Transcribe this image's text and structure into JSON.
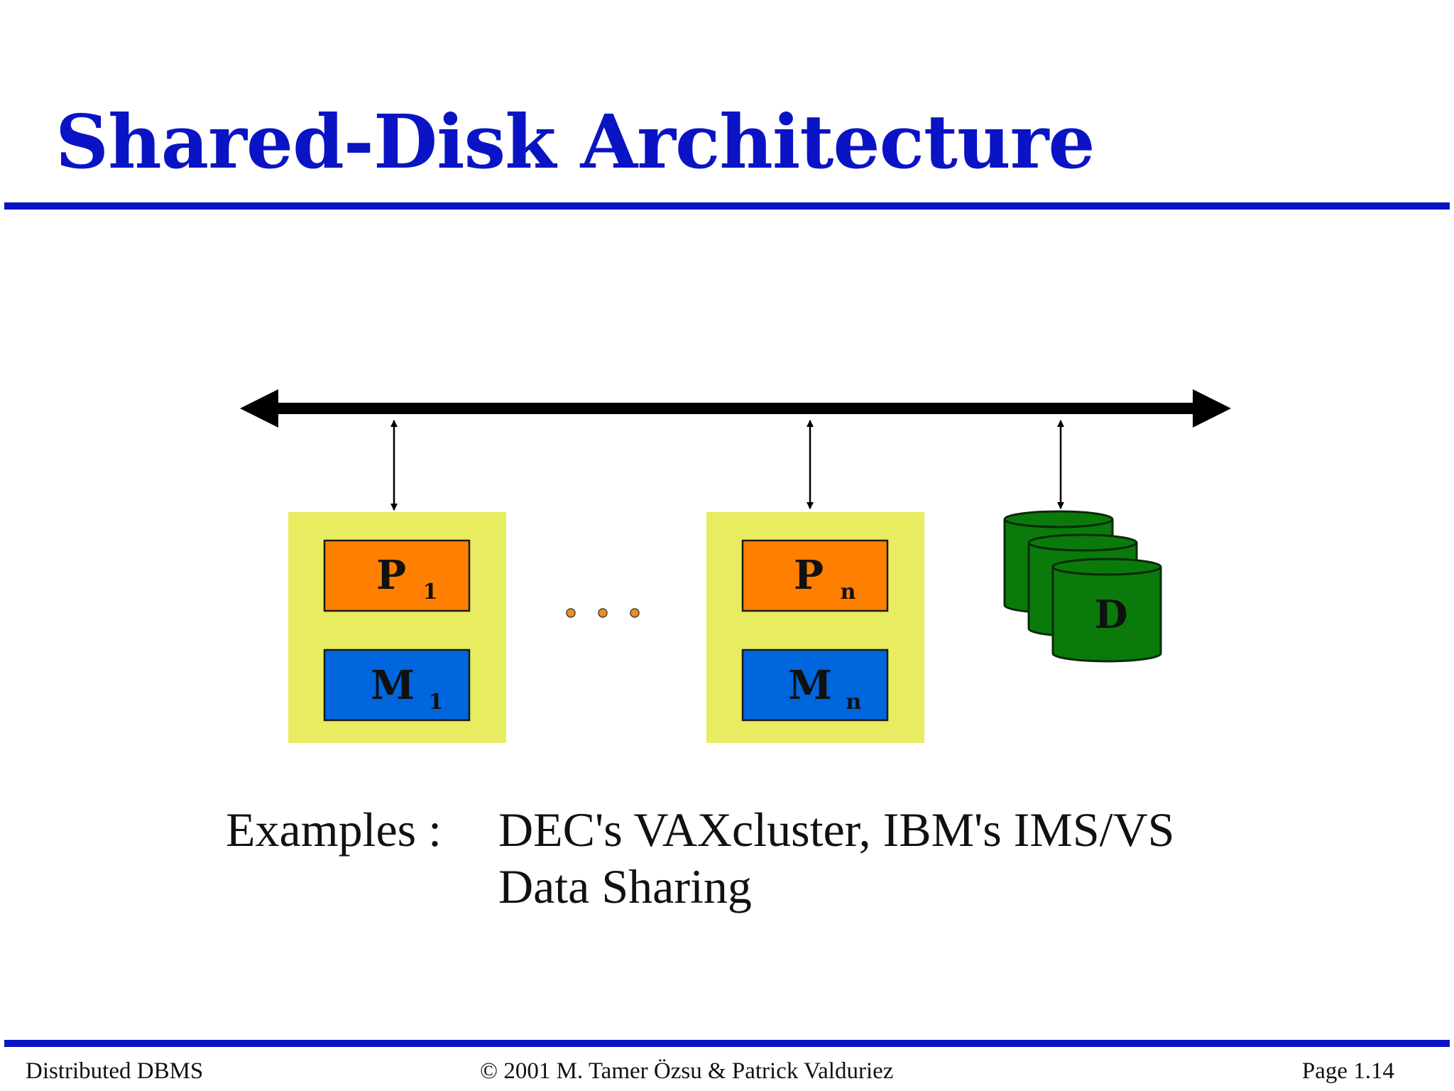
{
  "slide": {
    "title": "Shared-Disk Architecture",
    "examples_label": "Examples :",
    "examples_lines": [
      "DEC's VAXcluster, IBM's IMS/VS",
      "Data Sharing"
    ]
  },
  "diagram": {
    "nodes": [
      {
        "processor": "P",
        "processor_sub": "1",
        "memory": "M",
        "memory_sub": "1"
      },
      {
        "processor": "P",
        "processor_sub": "n",
        "memory": "M",
        "memory_sub": "n"
      }
    ],
    "ellipsis": "...",
    "disk_label": "D"
  },
  "colors": {
    "title_blue": "#0a14c4",
    "node_background": "#e8ec60",
    "processor_orange": "#ff8000",
    "memory_blue": "#0066dd",
    "disk_green": "#0a7a0a",
    "ellipsis_dot": "#f08c1e"
  },
  "footer": {
    "left": "Distributed DBMS",
    "center": "© 2001 M. Tamer Özsu & Patrick Valduriez",
    "right": "Page 1.14"
  }
}
